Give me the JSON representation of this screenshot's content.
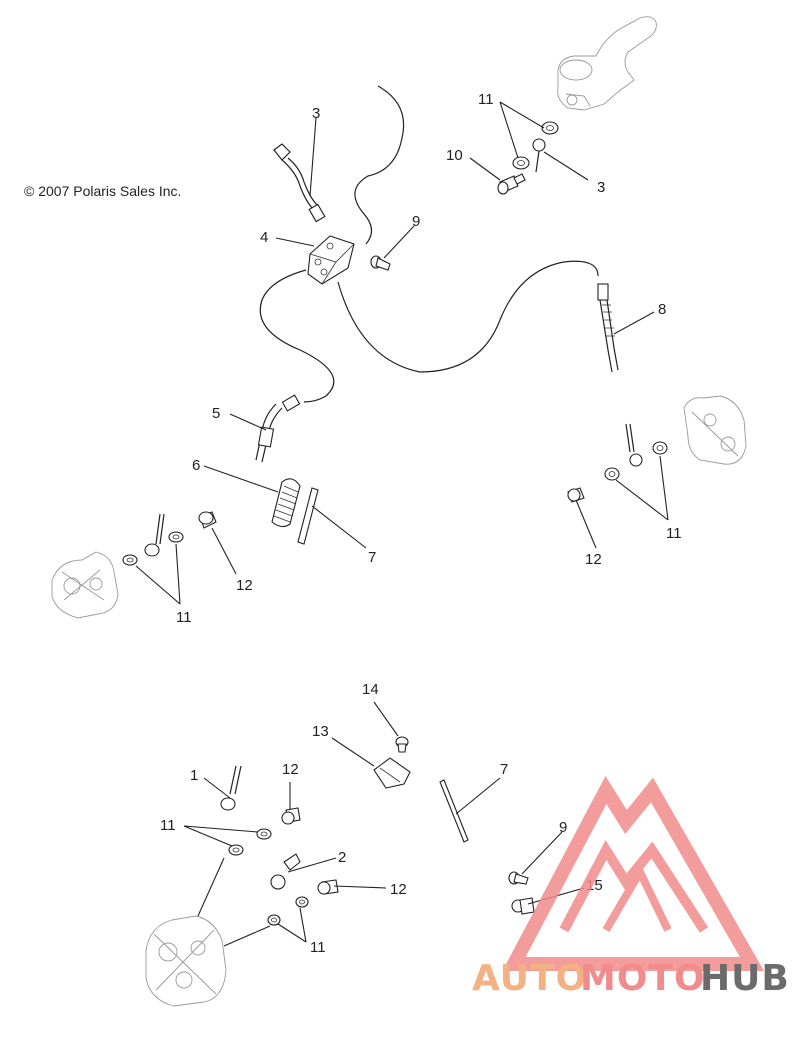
{
  "copyright": "© 2007 Polaris Sales Inc.",
  "callouts": {
    "c1": "1",
    "c2": "2",
    "c3a": "3",
    "c3b": "3",
    "c4": "4",
    "c5": "5",
    "c6": "6",
    "c7a": "7",
    "c7b": "7",
    "c8": "8",
    "c9a": "9",
    "c9b": "9",
    "c10": "10",
    "c11a": "11",
    "c11b": "11",
    "c11c": "11",
    "c11d": "11",
    "c11e": "11",
    "c12a": "12",
    "c12b": "12",
    "c12c": "12",
    "c12d": "12",
    "c13": "13",
    "c14": "14",
    "c15": "15"
  },
  "watermark": {
    "part1": "AUTO",
    "part2": "MOTO",
    "part3": "HUB",
    "color_orange": "#f4b183",
    "color_pink": "#f28b8b",
    "color_gray": "#6b6b6b"
  }
}
